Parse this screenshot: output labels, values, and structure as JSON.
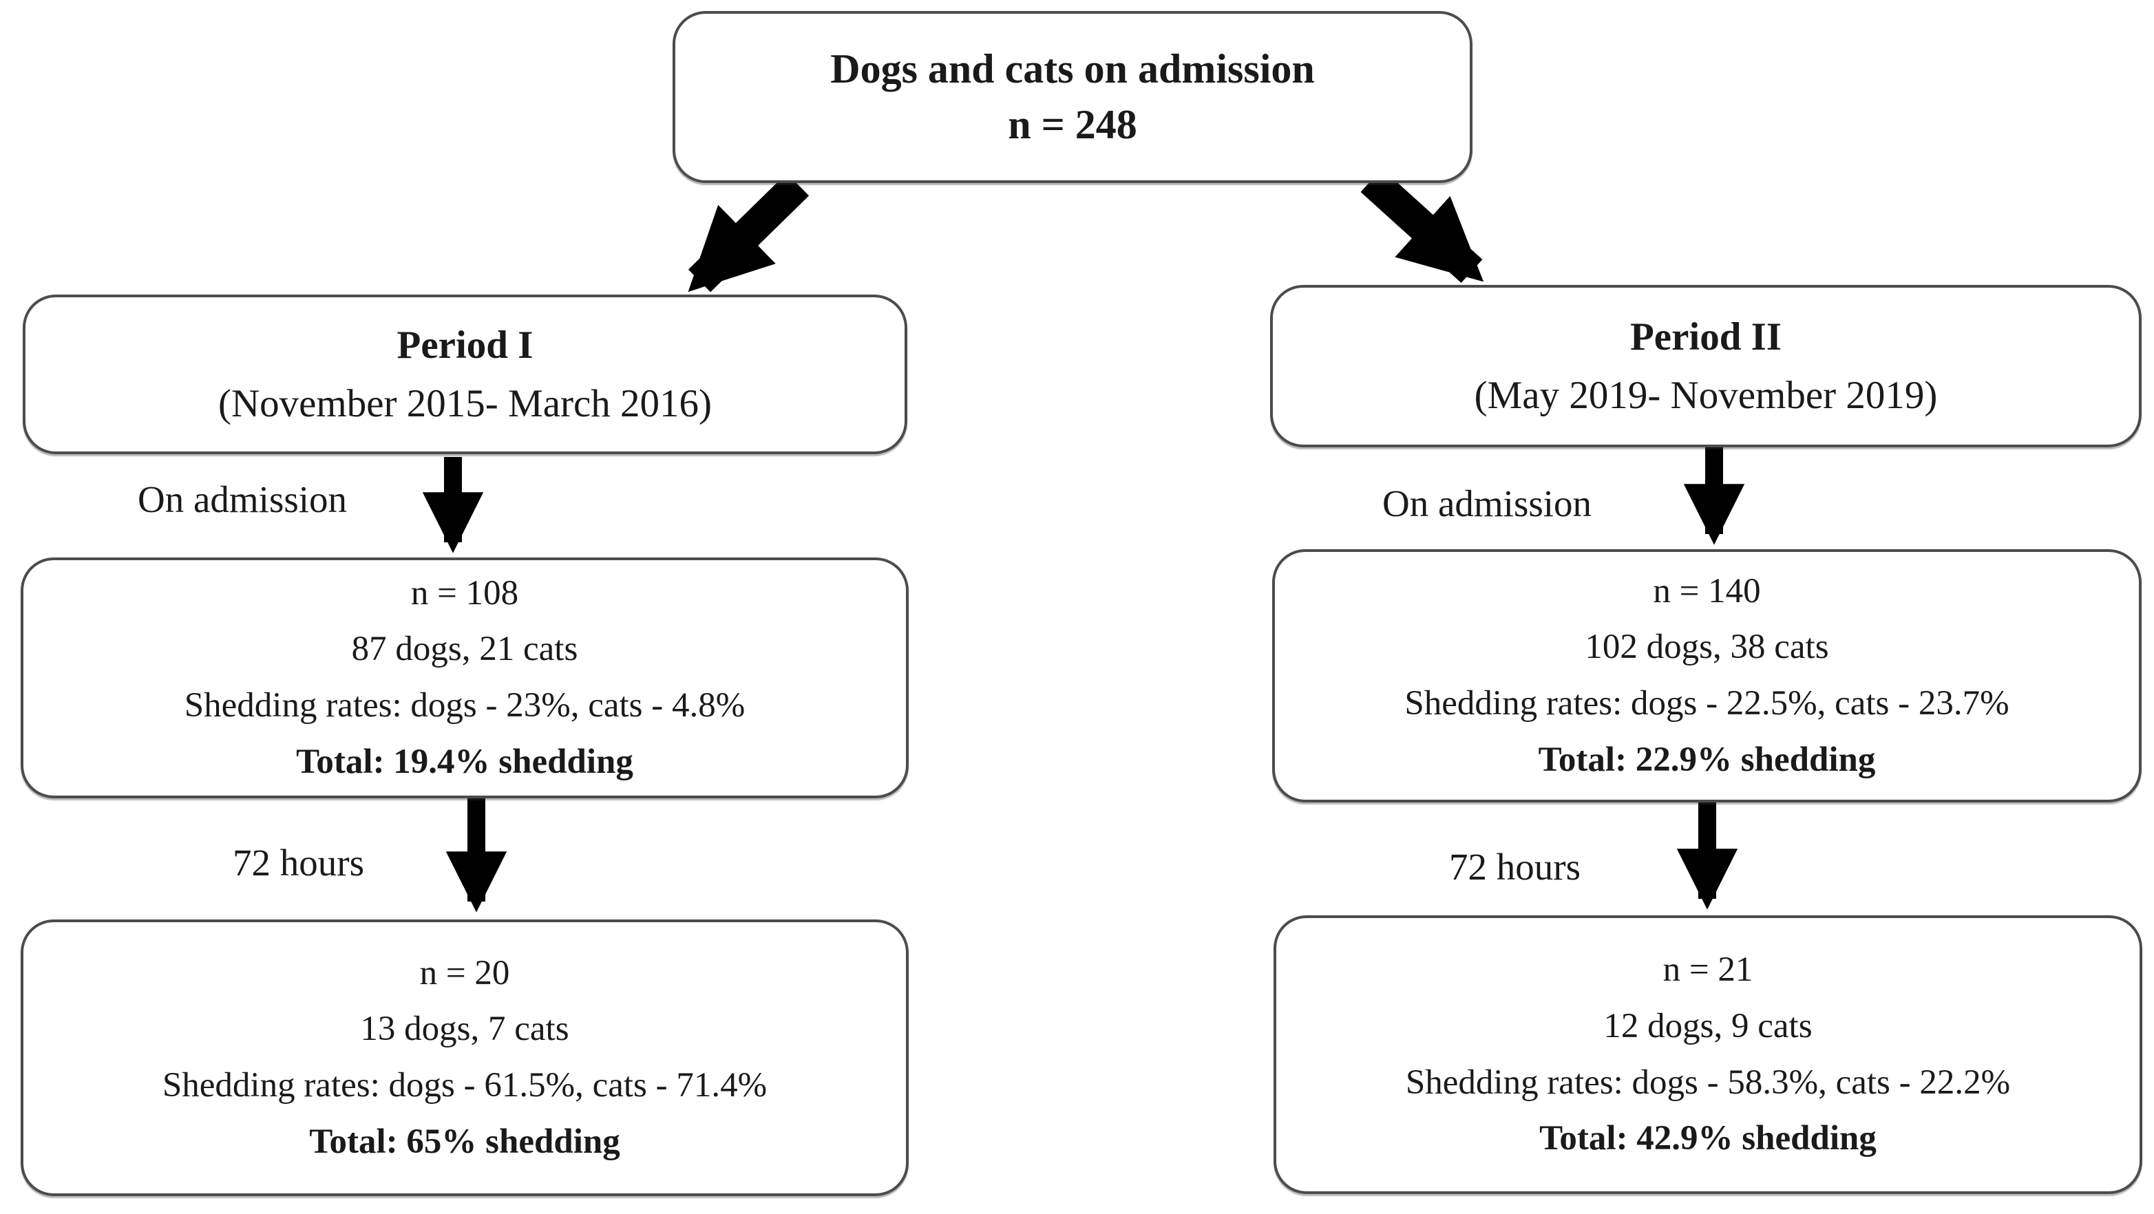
{
  "colors": {
    "bg": "#ffffff",
    "text": "#1a1a1a",
    "border": "#4c4c4c",
    "arrow": "#000000"
  },
  "root_box": {
    "title": "Dogs and cats on admission",
    "n": "n = 248"
  },
  "columns": {
    "left": {
      "period": {
        "title": "Period I",
        "dates": "(November 2015- March 2016)"
      },
      "on_admission_label": "On admission",
      "admission_box": {
        "n": "n = 108",
        "composition": "87 dogs, 21 cats",
        "shedding_rates": "Shedding rates: dogs - 23%, cats - 4.8%",
        "total": "Total: 19.4% shedding"
      },
      "hours_label": "72 hours",
      "hours_box": {
        "n": "n = 20",
        "composition": "13 dogs, 7 cats",
        "shedding_rates": "Shedding rates: dogs - 61.5%, cats - 71.4%",
        "total": "Total: 65% shedding"
      }
    },
    "right": {
      "period": {
        "title": "Period II",
        "dates": "(May 2019- November 2019)"
      },
      "on_admission_label": "On admission",
      "admission_box": {
        "n": "n = 140",
        "composition": "102 dogs, 38 cats",
        "shedding_rates": "Shedding rates: dogs - 22.5%, cats - 23.7%",
        "total": "Total: 22.9% shedding"
      },
      "hours_label": "72 hours",
      "hours_box": {
        "n": "n = 21",
        "composition": "12 dogs, 9 cats",
        "shedding_rates": "Shedding rates: dogs - 58.3%, cats - 22.2%",
        "total": "Total: 42.9% shedding"
      }
    }
  }
}
